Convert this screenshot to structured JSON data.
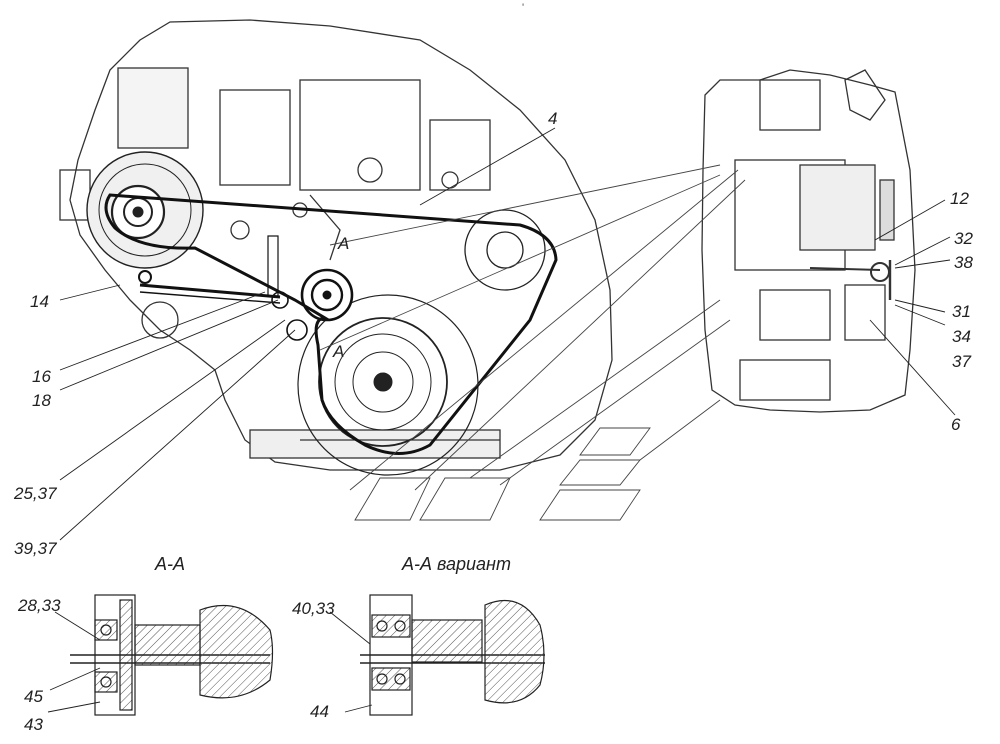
{
  "labels": {
    "l4": "4",
    "l12": "12",
    "l32": "32",
    "l38": "38",
    "l31": "31",
    "l34": "34",
    "l37": "37",
    "l6": "6",
    "l14": "14",
    "l16": "16",
    "l18": "18",
    "l25_37": "25,37",
    "l39_37": "39,37",
    "lA_top": "A",
    "lA_bottom": "A",
    "l28_33": "28,33",
    "l45": "45",
    "l43": "43",
    "l40_33": "40,33",
    "l44": "44"
  },
  "sections": {
    "aa": "А-А",
    "aa_variant": "А-А вариант"
  },
  "watermark": "'"
}
